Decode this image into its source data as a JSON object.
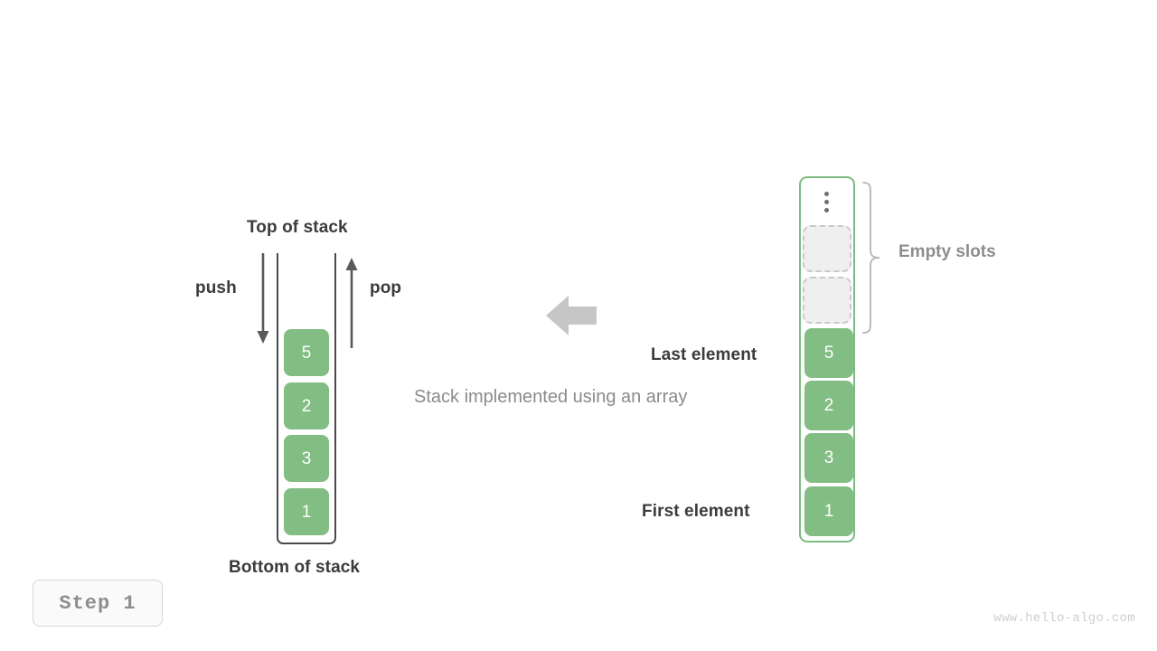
{
  "diagram": {
    "caption": "Stack implemented using an array",
    "left": {
      "top_label": "Top of stack",
      "bottom_label": "Bottom of stack",
      "push_label": "push",
      "pop_label": "pop",
      "push_arrow_direction": "down",
      "pop_arrow_direction": "up",
      "cells": [
        {
          "value": "5"
        },
        {
          "value": "2"
        },
        {
          "value": "3"
        },
        {
          "value": "1"
        }
      ]
    },
    "transform_arrow": {
      "direction": "left",
      "color": "#c6c6c6"
    },
    "right": {
      "empty_slots_label": "Empty slots",
      "last_element_label": "Last element",
      "first_element_label": "First element",
      "ellipsis_icon": "vertical-dots-icon",
      "empty_slot_count": 2,
      "cells": [
        {
          "value": "5"
        },
        {
          "value": "2"
        },
        {
          "value": "3"
        },
        {
          "value": "1"
        }
      ]
    }
  },
  "step_badge": {
    "label": "Step 1"
  },
  "watermark": {
    "text": "www.hello-algo.com"
  },
  "colors": {
    "cell_green": "#82bd84",
    "array_border_green": "#7ebb82",
    "stack_border_dark": "#4a4a4a",
    "empty_slot_border": "#c9c9c9",
    "empty_slot_fill": "#efefef",
    "arrow_gray": "#c6c6c6",
    "text_dark": "#3b3b3b",
    "text_gray": "#8b8b8b",
    "watermark_gray": "#cfcfcf"
  }
}
